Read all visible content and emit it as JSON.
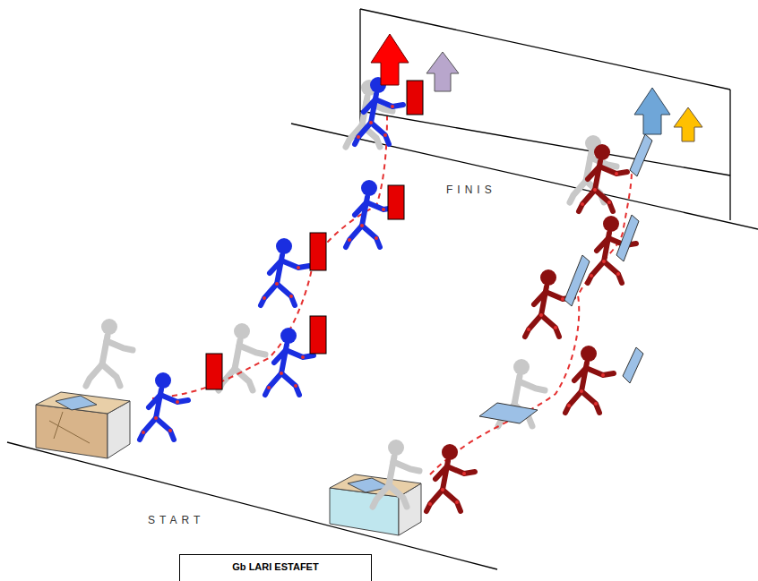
{
  "diagram": {
    "caption": "Gb LARI ESTAFET",
    "labels": [
      "FINIS",
      "START"
    ]
  }
}
